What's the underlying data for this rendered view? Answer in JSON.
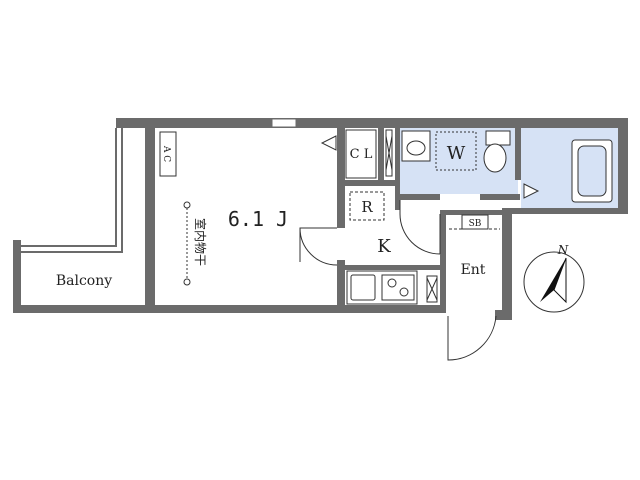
{
  "rooms": {
    "main_room": "6.1 J",
    "kitchen": "K",
    "refrigerator": "R",
    "closet": "C L",
    "washer": "W",
    "entrance": "Ent",
    "shoe_box": "SB",
    "balcony": "Balcony",
    "aircon": "A C",
    "drying_rack": "室内物干"
  },
  "compass": {
    "north_label": "N"
  },
  "colors": {
    "wall": "#6b6b6b",
    "wet_area": "#d6e2f5",
    "fixture": "#333333",
    "background": "#ffffff"
  }
}
